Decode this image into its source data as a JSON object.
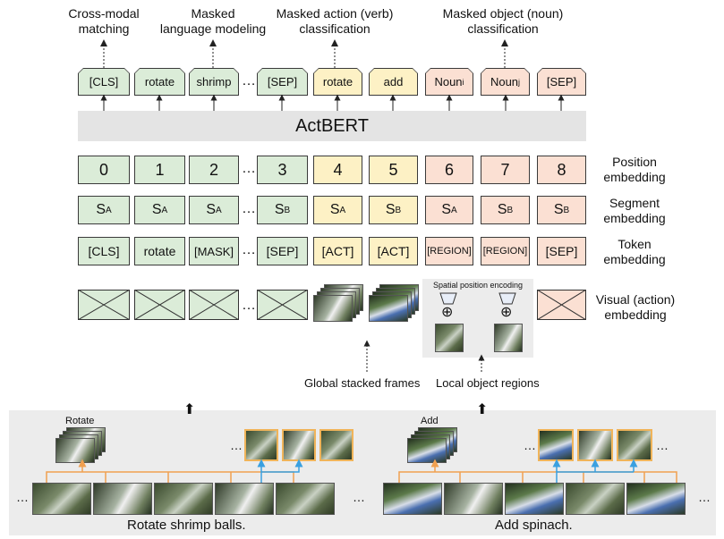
{
  "top_labels": [
    {
      "id": "cross_modal",
      "text_line1": "Cross-modal",
      "text_line2": "matching"
    },
    {
      "id": "masked_lang",
      "text_line1": "Masked",
      "text_line2": "language modeling"
    },
    {
      "id": "masked_action",
      "text_line1": "Masked action (verb)",
      "text_line2": "classification"
    },
    {
      "id": "masked_object",
      "text_line1": "Masked object (noun)",
      "text_line2": "classification"
    }
  ],
  "output_tokens": [
    "[CLS]",
    "rotate",
    "shrimp",
    "[SEP]",
    "rotate",
    "add",
    "Noun",
    "Noun",
    "[SEP]"
  ],
  "output_subscripts": [
    "",
    "",
    "",
    "",
    "",
    "",
    "i",
    "j",
    ""
  ],
  "model_name": "ActBERT",
  "position_row": [
    "0",
    "1",
    "2",
    "3",
    "4",
    "5",
    "6",
    "7",
    "8"
  ],
  "segment_row": {
    "letters": [
      "S",
      "S",
      "S",
      "S",
      "S",
      "S",
      "S",
      "S",
      "S"
    ],
    "subs": [
      "A",
      "A",
      "A",
      "B",
      "A",
      "B",
      "A",
      "B",
      "B"
    ]
  },
  "token_row": [
    "[CLS]",
    "rotate",
    "[MASK]",
    "[SEP]",
    "[ACT]",
    "[ACT]",
    "[REGION]",
    "[REGION]",
    "[SEP]"
  ],
  "ellipsis": "…",
  "row_labels": {
    "position": [
      "Position",
      "embedding"
    ],
    "segment": [
      "Segment",
      "embedding"
    ],
    "token": [
      "Token",
      "embedding"
    ],
    "visual": [
      "Visual (action)",
      "embedding"
    ]
  },
  "spatial_label": "Spatial position encoding",
  "oplus": "⊕",
  "global_frames_label": "Global stacked frames",
  "local_regions_label": "Local object regions",
  "left_action": "Rotate",
  "right_action": "Add",
  "left_caption": "Rotate shrimp balls.",
  "right_caption": "Add spinach.",
  "up_arrow": "⬆",
  "colors": {
    "green": "#dbecd8",
    "yellow": "#fdf1c5",
    "pink": "#fbe0d3",
    "bar": "#e4e4e4",
    "panel": "#ececec",
    "orange": "#f0a050",
    "blue": "#3aa0e0"
  }
}
